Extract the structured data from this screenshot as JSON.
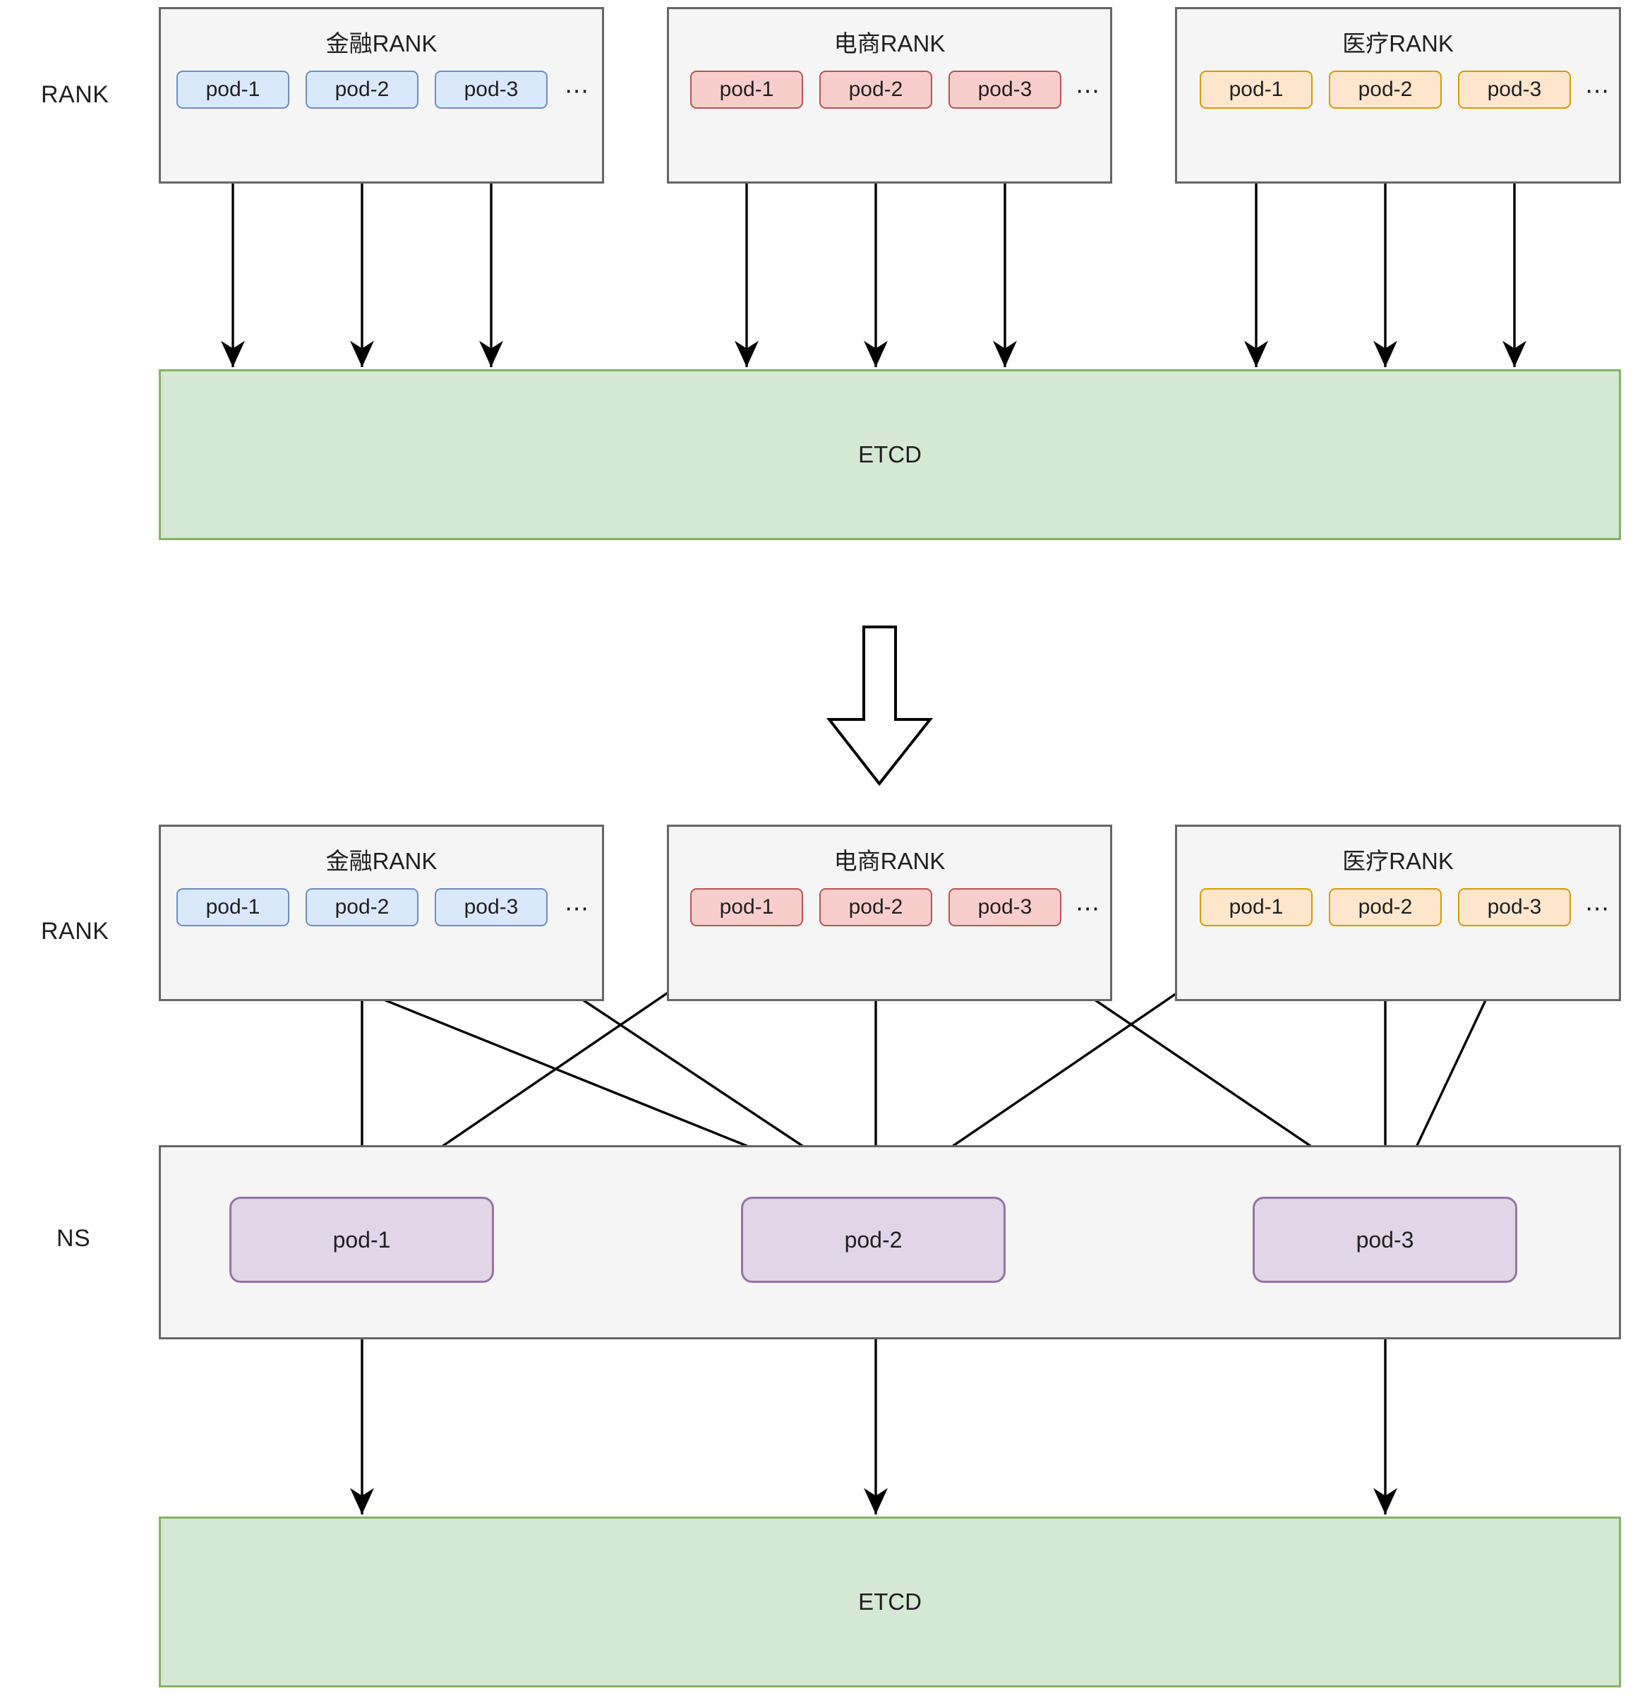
{
  "diagram": {
    "title_top_row_label": "RANK",
    "title_bottom_row_label": "RANK",
    "ns_row_label": "NS",
    "ellipsis": "⋯",
    "colors": {
      "blue_fill": "#dae8fc",
      "blue_stroke": "#6c8ebf",
      "red_fill": "#f8cecc",
      "red_stroke": "#b85450",
      "orange_fill": "#ffe6cc",
      "orange_stroke": "#d79b00",
      "purple_fill": "#e1d5e7",
      "purple_stroke": "#9673a6",
      "green_fill": "#d5e8d4",
      "green_stroke": "#82b366",
      "group_fill": "#f5f5f5",
      "group_stroke": "#666666",
      "line": "#000000"
    }
  },
  "top_section": {
    "row_label": "RANK",
    "groups": [
      {
        "title": "金融RANK",
        "color": "blue",
        "pods": [
          {
            "label": "pod-1"
          },
          {
            "label": "pod-2"
          },
          {
            "label": "pod-3"
          }
        ],
        "ellipsis": "⋯"
      },
      {
        "title": "电商RANK",
        "color": "red",
        "pods": [
          {
            "label": "pod-1"
          },
          {
            "label": "pod-2"
          },
          {
            "label": "pod-3"
          }
        ],
        "ellipsis": "⋯"
      },
      {
        "title": "医疗RANK",
        "color": "orange",
        "pods": [
          {
            "label": "pod-1"
          },
          {
            "label": "pod-2"
          },
          {
            "label": "pod-3"
          }
        ],
        "ellipsis": "⋯"
      }
    ],
    "etcd": {
      "label": "ETCD"
    }
  },
  "transition": {
    "arrow": "down-block-arrow"
  },
  "bottom_section": {
    "rank_row_label": "RANK",
    "ns_row_label": "NS",
    "groups": [
      {
        "title": "金融RANK",
        "color": "blue",
        "pods": [
          {
            "label": "pod-1"
          },
          {
            "label": "pod-2"
          },
          {
            "label": "pod-3"
          }
        ],
        "ellipsis": "⋯"
      },
      {
        "title": "电商RANK",
        "color": "red",
        "pods": [
          {
            "label": "pod-1"
          },
          {
            "label": "pod-2"
          },
          {
            "label": "pod-3"
          }
        ],
        "ellipsis": "⋯"
      },
      {
        "title": "医疗RANK",
        "color": "orange",
        "pods": [
          {
            "label": "pod-1"
          },
          {
            "label": "pod-2"
          },
          {
            "label": "pod-3"
          }
        ],
        "ellipsis": "⋯"
      }
    ],
    "ns_pods": [
      {
        "label": "pod-1"
      },
      {
        "label": "pod-2"
      },
      {
        "label": "pod-3"
      }
    ],
    "etcd": {
      "label": "ETCD"
    }
  }
}
